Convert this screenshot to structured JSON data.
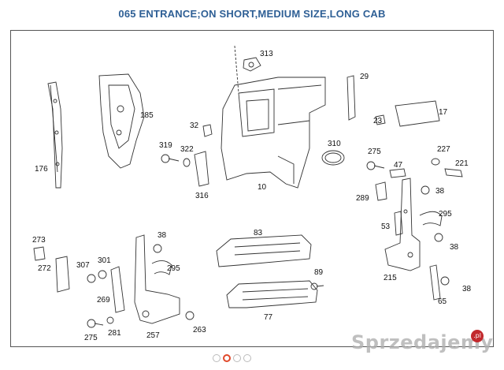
{
  "title": "065 ENTRANCE;ON SHORT,MEDIUM SIZE,LONG CAB",
  "labels": {
    "p313": "313",
    "p29": "29",
    "p17": "17",
    "p23": "23",
    "p185": "185",
    "p32": "32",
    "p310": "310",
    "p319": "319",
    "p322": "322",
    "p275a": "275",
    "p227": "227",
    "p47": "47",
    "p221": "221",
    "p176": "176",
    "p10": "10",
    "p316": "316",
    "p38a": "38",
    "p289": "289",
    "p295a": "295",
    "p53": "53",
    "p273": "273",
    "p83": "83",
    "p38b": "38",
    "p38c": "38",
    "p272": "272",
    "p307": "307",
    "p301": "301",
    "p295b": "295",
    "p89": "89",
    "p215": "215",
    "p38d": "38",
    "p269": "269",
    "p77": "77",
    "p65": "65",
    "p275b": "275",
    "p281": "281",
    "p257": "257",
    "p263": "263"
  },
  "watermark": {
    "text": "Sprzedajemy",
    "badge": ".pl"
  },
  "carousel": {
    "total": 4,
    "active": 1
  }
}
